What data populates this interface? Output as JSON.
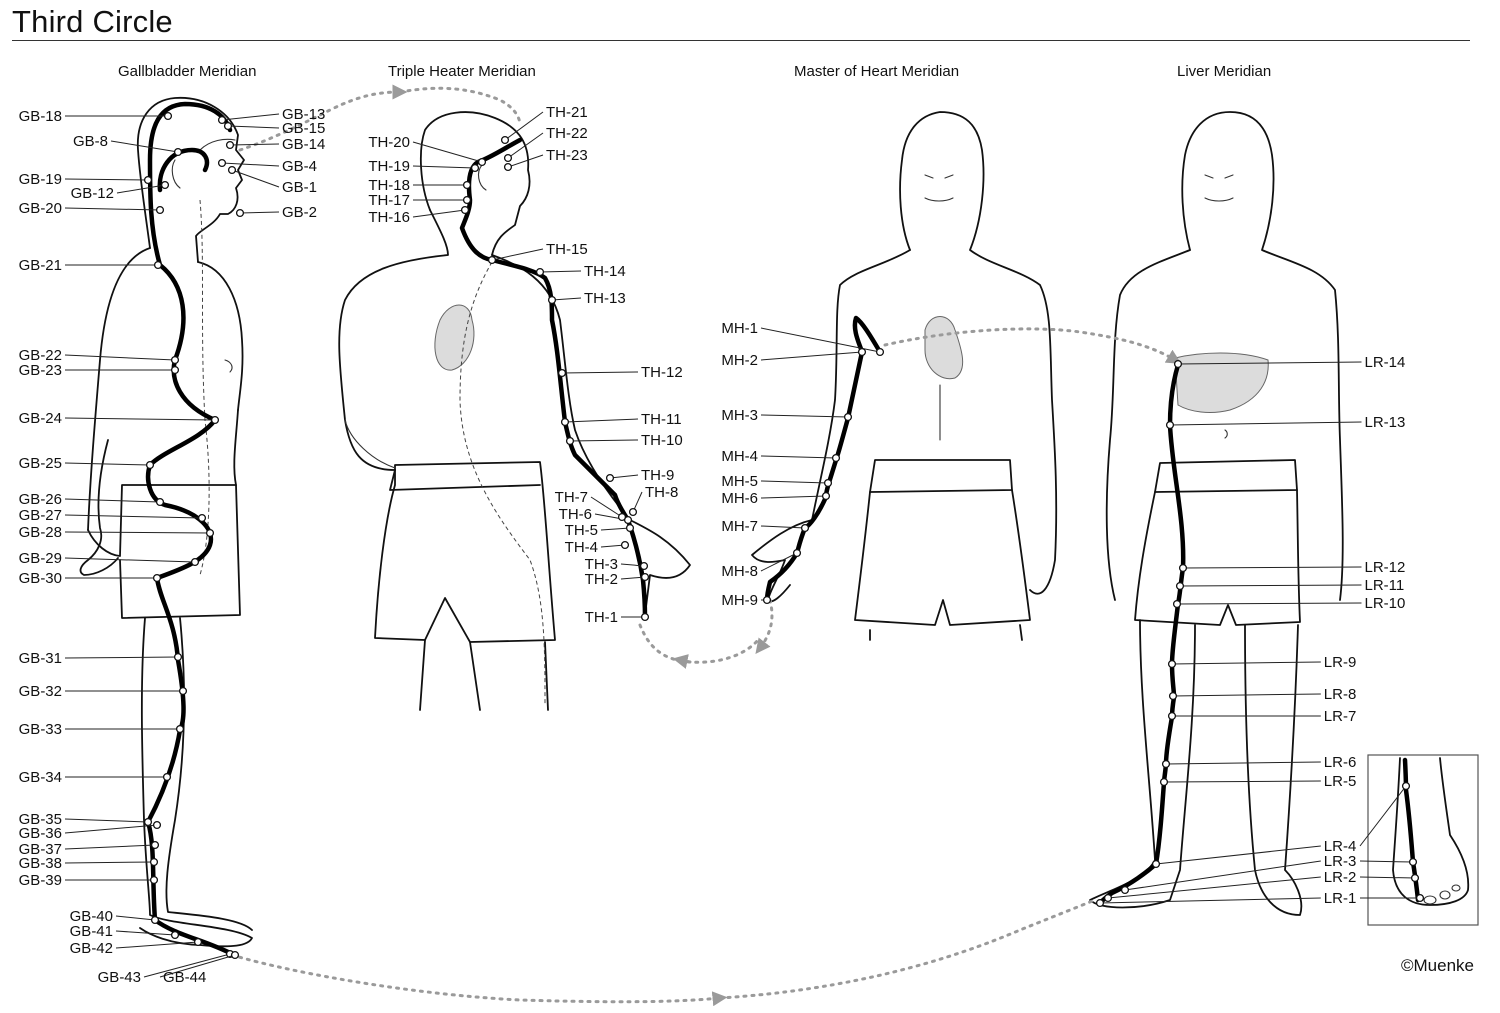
{
  "title": "Third Circle",
  "copyright": "©Muenke",
  "meridians": [
    {
      "name": "Gallbladder Meridian",
      "points": [
        "GB-1",
        "GB-2",
        "GB-4",
        "GB-8",
        "GB-12",
        "GB-13",
        "GB-14",
        "GB-15",
        "GB-18",
        "GB-19",
        "GB-20",
        "GB-21",
        "GB-22",
        "GB-23",
        "GB-24",
        "GB-25",
        "GB-26",
        "GB-27",
        "GB-28",
        "GB-29",
        "GB-30",
        "GB-31",
        "GB-32",
        "GB-33",
        "GB-34",
        "GB-35",
        "GB-36",
        "GB-37",
        "GB-38",
        "GB-39",
        "GB-40",
        "GB-41",
        "GB-42",
        "GB-43",
        "GB-44"
      ]
    },
    {
      "name": "Triple Heater Meridian",
      "points": [
        "TH-1",
        "TH-2",
        "TH-3",
        "TH-4",
        "TH-5",
        "TH-6",
        "TH-7",
        "TH-8",
        "TH-9",
        "TH-10",
        "TH-11",
        "TH-12",
        "TH-13",
        "TH-14",
        "TH-15",
        "TH-16",
        "TH-17",
        "TH-18",
        "TH-19",
        "TH-20",
        "TH-21",
        "TH-22",
        "TH-23"
      ]
    },
    {
      "name": "Master of Heart Meridian",
      "points": [
        "MH-1",
        "MH-2",
        "MH-3",
        "MH-4",
        "MH-5",
        "MH-6",
        "MH-7",
        "MH-8",
        "MH-9"
      ]
    },
    {
      "name": "Liver Meridian",
      "points": [
        "LR-1",
        "LR-2",
        "LR-3",
        "LR-4",
        "LR-5",
        "LR-6",
        "LR-7",
        "LR-8",
        "LR-9",
        "LR-10",
        "LR-11",
        "LR-12",
        "LR-13",
        "LR-14"
      ]
    }
  ]
}
